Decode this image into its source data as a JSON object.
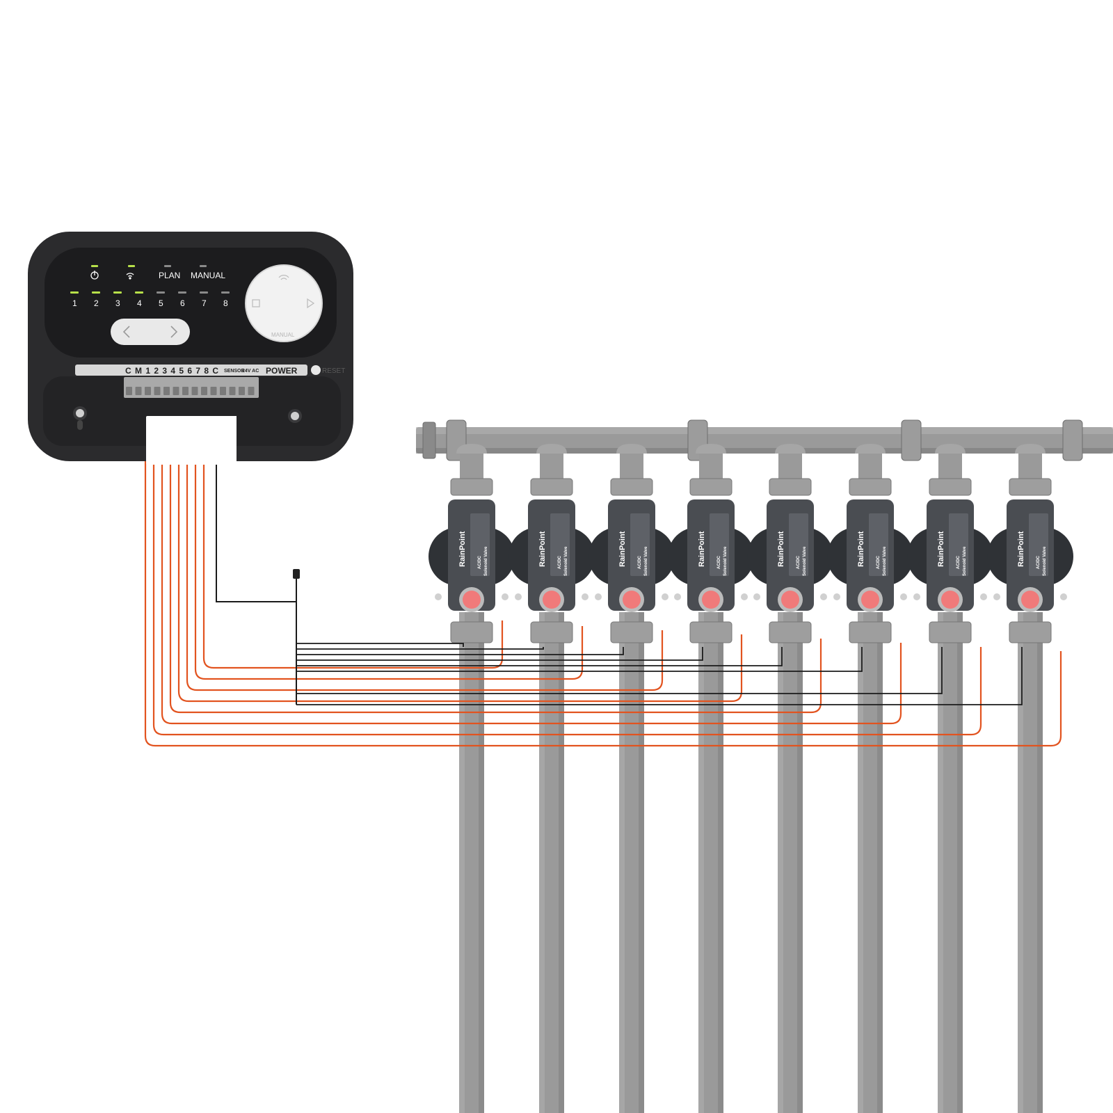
{
  "colors": {
    "controller_body": "#2b2b2d",
    "panel": "#1c1c1e",
    "led_on": "#b7e04a",
    "led_off": "#8a8a8a",
    "wire_zone": "#e2531f",
    "wire_common": "#1a1a1a",
    "pipe": "#9a9a9a",
    "pipe_dark": "#7c7c7c",
    "valve_body": "#4a4d52",
    "valve_dial": "#f07a7a"
  },
  "controller": {
    "status_labels": {
      "plan": "PLAN",
      "manual": "MANUAL"
    },
    "status_icons": [
      "power-icon",
      "wifi-icon"
    ],
    "zone_numbers": [
      "1",
      "2",
      "3",
      "4",
      "5",
      "6",
      "7",
      "8"
    ],
    "zone_leds_on": [
      true,
      true,
      true,
      true,
      false,
      false,
      false,
      false
    ],
    "dial": {
      "label": "MANUAL",
      "icons": [
        "wifi-icon",
        "stop-icon",
        "play-icon"
      ]
    },
    "nav_button_icons": [
      "chevron-left-icon",
      "chevron-right-icon"
    ],
    "terminal_strip": {
      "labels": "C M 1 2 3 4 5 6 7 8 C",
      "sensor": "SENSOR",
      "ac": "24V AC",
      "power": "POWER",
      "reset": "RESET"
    }
  },
  "valves": {
    "brand": "RainPoint",
    "type": "Solenoid Valve",
    "voltage": "AC/DC",
    "count": 8
  }
}
